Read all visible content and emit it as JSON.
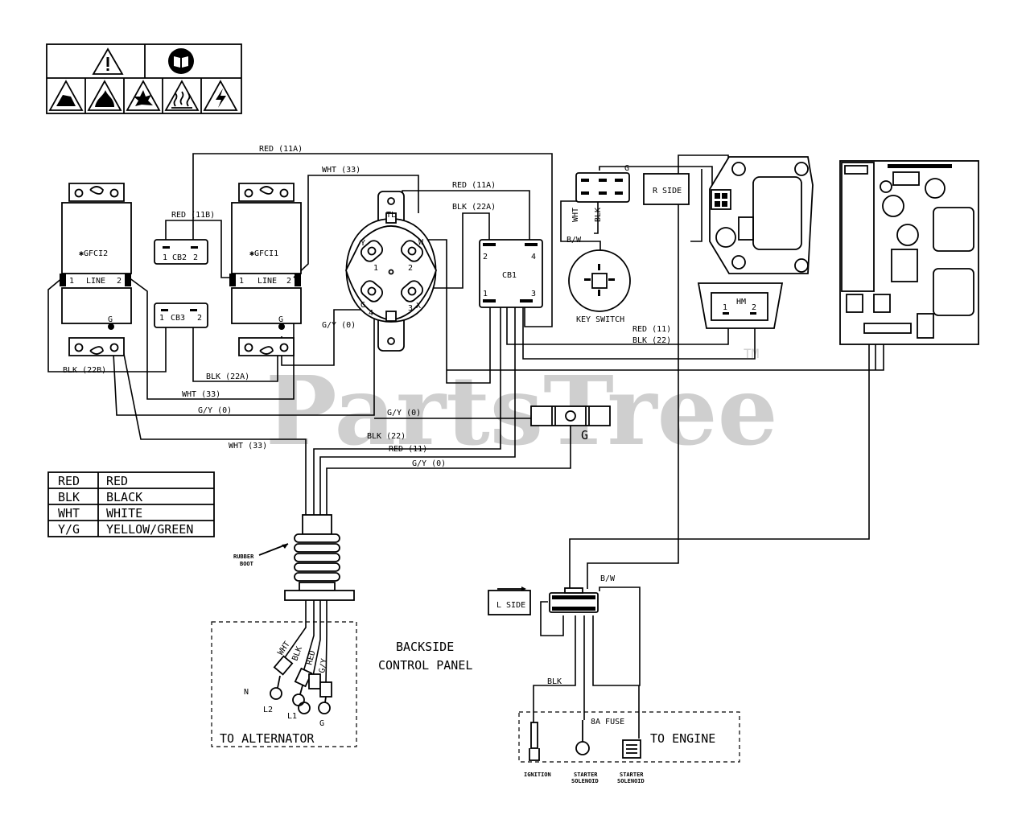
{
  "watermark": {
    "text": "PartsTree",
    "mark": "TM"
  },
  "safety_panel": {
    "icons": [
      "warning-triangle-icon",
      "read-manual-icon",
      "toxic-fumes-icon",
      "fire-icon",
      "explosion-icon",
      "hot-surface-icon",
      "electric-shock-icon"
    ]
  },
  "wire_labels": {
    "red_11a_top": "RED (11A)",
    "wht_33_top": "WHT (33)",
    "red_11b": "RED (11B)",
    "red_11a_mid": "RED (11A)",
    "blk_22a_top": "BLK (22A)",
    "g_top": "G",
    "bw_top": "B/W",
    "wht_key": "WHT",
    "blk_key": "BLK",
    "gy_0_a": "G/Y (0)",
    "blk_22b": "BLK (22B)",
    "blk_22a_low": "BLK (22A)",
    "wht_33_mid": "WHT (33)",
    "gy_0_mid": "G/Y (0)",
    "gy_0_right": "G/Y (0)",
    "wht_33_low": "WHT (33)",
    "blk_22_low": "BLK (22)",
    "red_11_low": "RED (11)",
    "gy_0_low": "G/Y (0)",
    "red_11_right": "RED (11)",
    "blk_22_right": "BLK (22)",
    "bw_low": "B/W",
    "blk_engine": "BLK",
    "wht_lead": "WHT",
    "blk_lead": "BLK",
    "red_lead": "RED",
    "gy_lead": "G/Y"
  },
  "components": {
    "gfci2": {
      "name": "✱GFCI2",
      "line": "LINE",
      "pin1": "1",
      "pin2": "2",
      "ground": "G"
    },
    "gfci1": {
      "name": "✱GFCI1",
      "line": "LINE",
      "pin1": "1",
      "pin2": "2",
      "ground": "G"
    },
    "cb2": {
      "name": "CB2",
      "pin1": "1",
      "pin2": "2"
    },
    "cb3": {
      "name": "CB3",
      "pin1": "1",
      "pin2": "2"
    },
    "twistlock": {
      "name": "TL",
      "pins": [
        "Y",
        "W",
        "1",
        "2",
        "G",
        "X",
        "4",
        "3"
      ]
    },
    "cb1": {
      "name": "CB1",
      "pins": [
        "2",
        "4",
        "1",
        "3"
      ]
    },
    "key_switch": {
      "name": "KEY SWITCH"
    },
    "r_side": "R SIDE",
    "hm": {
      "name": "HM",
      "pin1": "1",
      "pin2": "2"
    },
    "ground_block": "G",
    "l_side": "L SIDE",
    "rubber_boot": "RUBBER\nBOOT",
    "rubber_boot_1": "RUBBER",
    "rubber_boot_2": "BOOT",
    "backside_1": "BACKSIDE",
    "backside_2": "CONTROL PANEL",
    "alternator": {
      "title": "TO ALTERNATOR",
      "terminals": [
        "N",
        "L2",
        "L1",
        "G"
      ]
    },
    "engine": {
      "title": "TO ENGINE",
      "fuse": "8A FUSE",
      "ignition": "IGNITION",
      "starter1a": "STARTER",
      "starter1b": "SOLENOID",
      "starter2a": "STARTER",
      "starter2b": "SOLENOID"
    }
  },
  "legend": {
    "rows": [
      {
        "code": "RED",
        "color": "RED"
      },
      {
        "code": "BLK",
        "color": "BLACK"
      },
      {
        "code": "WHT",
        "color": "WHITE"
      },
      {
        "code": "Y/G",
        "color": "YELLOW/GREEN"
      }
    ]
  }
}
